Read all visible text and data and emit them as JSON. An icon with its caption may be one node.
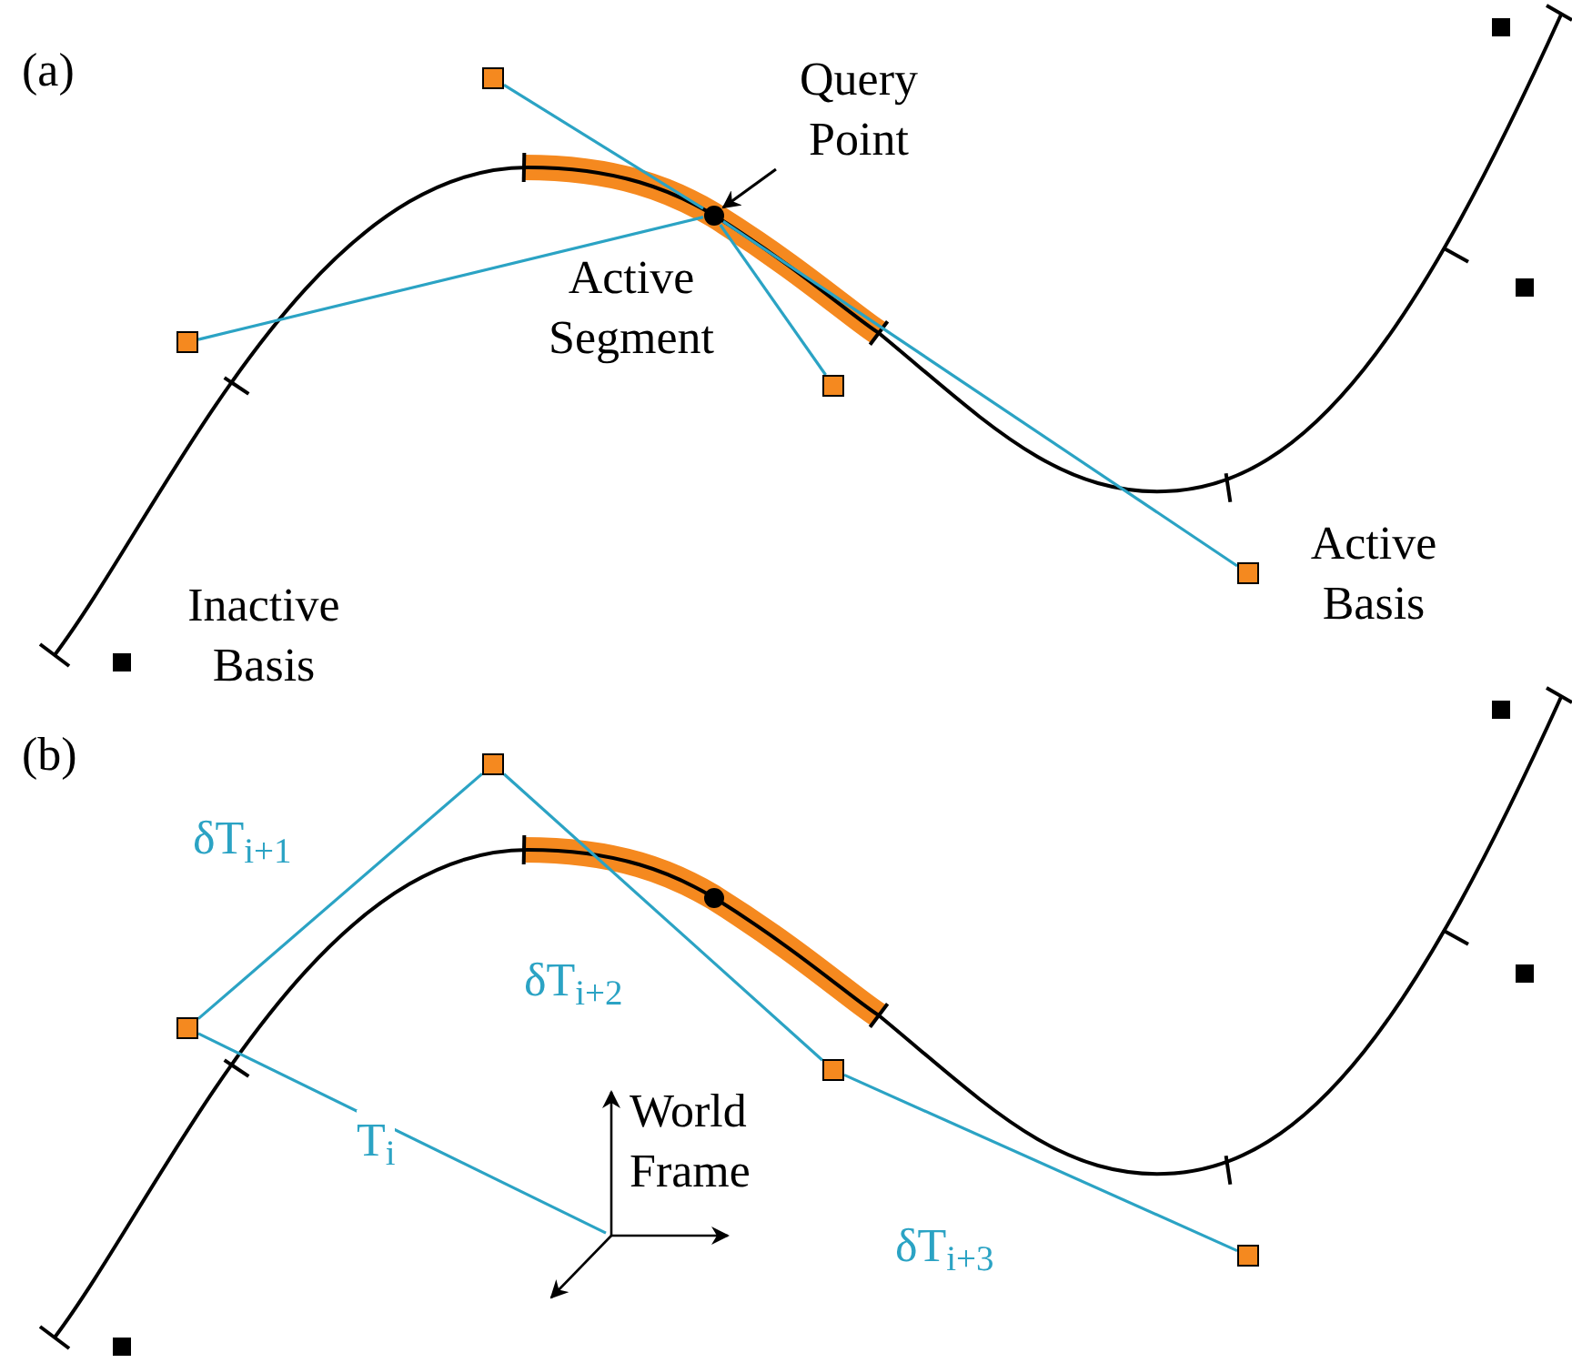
{
  "diagram": {
    "nodes": [
      {
        "text": [
          "Query Point"
        ]
      },
      {
        "text": [],
        "shape": "box"
      },
      {
        "text": [],
        "shape": "box"
      },
      {
        "text": [],
        "shape": "circle"
      },
      {
        "text": [],
        "shape": "box"
      },
      {
        "text": [],
        "shape": "box"
      },
      {
        "text": [],
        "shape": "box"
      },
      {
        "text": [],
        "shape": "box"
      },
      {
        "text": [],
        "shape": "box"
      },
      {
        "text": [],
        "shape": "box"
      },
      {
        "text": [],
        "shape": "box"
      },
      {
        "text": [],
        "shape": "circle"
      },
      {
        "text": [],
        "shape": "box"
      },
      {
        "text": [],
        "shape": "box"
      },
      {
        "text": [],
        "shape": "box"
      },
      {
        "text": [
          "World Frame"
        ]
      },
      {
        "text": [],
        "shape": "box"
      },
      {
        "text": [],
        "shape": "box"
      }
    ],
    "edges": [
      {
        "from": 0,
        "to": 3,
        "arrow": "to",
        "color": "#000000"
      },
      {
        "from": 2,
        "to": 3,
        "arrow": "none"
      },
      {
        "from": 5,
        "to": 3,
        "arrow": "none"
      },
      {
        "from": 3,
        "to": 6,
        "arrow": "none"
      },
      {
        "from": 3,
        "to": 7,
        "arrow": "none"
      },
      {
        "from": 13,
        "to": 10,
        "arrow": "none",
        "label": "δT$_{i+1}$"
      },
      {
        "from": 10,
        "to": 14,
        "arrow": "none",
        "label": "δT$_{i+2}$"
      },
      {
        "from": 14,
        "to": 16,
        "arrow": "none",
        "label": "δT$_{i+3}$"
      },
      {
        "from": 15,
        "to": 13,
        "arrow": "none",
        "label": "T$_{i}$"
      }
    ],
    "labels": [
      "(a)",
      "Active Segment",
      "Inactive Basis",
      "Active Basis",
      "(b)"
    ]
  }
}
